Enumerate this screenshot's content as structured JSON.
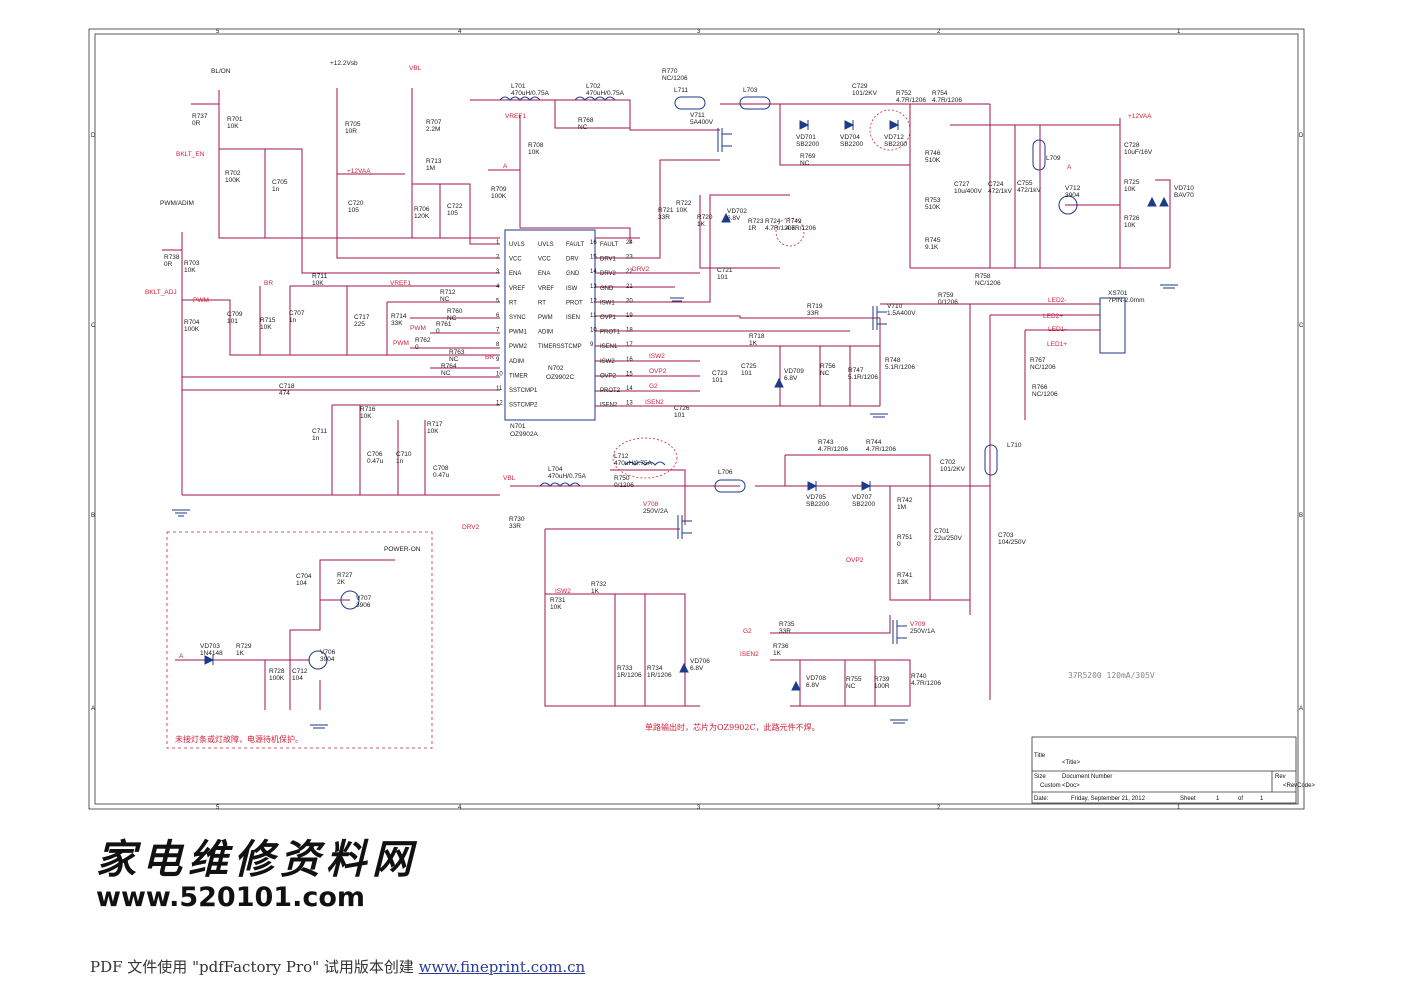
{
  "colors": {
    "wire": "#a0164b",
    "part": "#1e3a8a",
    "netLabel": "#d0203a"
  },
  "border": {
    "cols": [
      "5",
      "4",
      "3",
      "2",
      "1"
    ],
    "rows": [
      "D",
      "C",
      "B",
      "A"
    ]
  },
  "ic": {
    "ref": "N702",
    "part": "OZ9902C",
    "ref2": "N701",
    "part2": "OZ9902A",
    "leftPins": [
      {
        "name": "UVLS",
        "num": "1"
      },
      {
        "name": "VCC",
        "num": "2"
      },
      {
        "name": "ENA",
        "num": "3"
      },
      {
        "name": "VREF",
        "num": "4"
      },
      {
        "name": "RT",
        "num": "5"
      },
      {
        "name": "SYNC",
        "num": "6"
      },
      {
        "name": "PWM1",
        "num": "7"
      },
      {
        "name": "PWM2",
        "num": "8"
      },
      {
        "name": "ADIM",
        "num": "9"
      },
      {
        "name": "TIMER",
        "num": "10"
      },
      {
        "name": "SSTCMP1",
        "num": "11"
      },
      {
        "name": "SSTCMP2",
        "num": "12"
      }
    ],
    "innerLeft": [
      "UVLS",
      "VCC",
      "ENA",
      "VREF",
      "RT",
      "PWM",
      "ADIM",
      "TIMERSSTCMP"
    ],
    "innerRight": [
      "FAULT",
      "DRV",
      "GND",
      "ISW",
      "PROT",
      "ISEN"
    ],
    "innerNums": [
      "16",
      "15",
      "14",
      "13",
      "12",
      "11",
      "10",
      "9"
    ],
    "rightPins": [
      {
        "name": "FAULT",
        "num": "24"
      },
      {
        "name": "DRV1",
        "num": "23"
      },
      {
        "name": "DRV2",
        "num": "22"
      },
      {
        "name": "GND",
        "num": "21"
      },
      {
        "name": "ISW1",
        "num": "20"
      },
      {
        "name": "OVP1",
        "num": "19"
      },
      {
        "name": "PROT1",
        "num": "18"
      },
      {
        "name": "ISEN1",
        "num": "17"
      },
      {
        "name": "ISW2",
        "num": "16"
      },
      {
        "name": "OVP2",
        "num": "15"
      },
      {
        "name": "PROT2",
        "num": "14"
      },
      {
        "name": "ISEN2",
        "num": "13"
      }
    ]
  },
  "nets": {
    "bl_on": "BL/ON",
    "vsb": "+12.2Vsb",
    "vbl": "VBL",
    "pwm_adim": "PWM/ADIM",
    "bklt_en": "BKLT_EN",
    "bklt_adj": "BKLT_ADJ",
    "vcc12": "+12VAA",
    "vcc12b": "+12VAA",
    "vref1": "VREF1",
    "vref1b": "VREF1",
    "pwm": "PWM",
    "pwmb": "PWM",
    "pwmc": "PWM",
    "br": "BR",
    "brb": "BR",
    "drv2": "DRV2",
    "drv2b": "DRV2",
    "isw2": "ISW2",
    "isw2b": "ISW2",
    "ovp2": "OVP2",
    "ovp2b": "OVP2",
    "g2": "G2",
    "g2b": "G2",
    "isen2": "ISEN2",
    "isen2b": "ISEN2",
    "a1": "A",
    "a2": "A",
    "a3": "A",
    "power_on": "POWER-ON",
    "led2m": "LED2-",
    "led2p": "LED2+",
    "led1m": "LED1-",
    "led1p": "LED1+",
    "vbl2": "VBL"
  },
  "parts": [
    {
      "ref": "R737",
      "val": "0R"
    },
    {
      "ref": "R701",
      "val": "10K"
    },
    {
      "ref": "R702",
      "val": "100K"
    },
    {
      "ref": "C705",
      "val": "1n"
    },
    {
      "ref": "R705",
      "val": "10R"
    },
    {
      "ref": "C720",
      "val": "105"
    },
    {
      "ref": "R707",
      "val": "2.2M"
    },
    {
      "ref": "R713",
      "val": "1M"
    },
    {
      "ref": "R706",
      "val": "120K"
    },
    {
      "ref": "C722",
      "val": "105"
    },
    {
      "ref": "L701",
      "val": "470uH/0.75A"
    },
    {
      "ref": "L702",
      "val": "470uH/0.75A"
    },
    {
      "ref": "R708",
      "val": "10K"
    },
    {
      "ref": "R709",
      "val": "100K"
    },
    {
      "ref": "R768",
      "val": "NC"
    },
    {
      "ref": "R770",
      "val": "NC/1206"
    },
    {
      "ref": "L711",
      "val": ""
    },
    {
      "ref": "L703",
      "val": ""
    },
    {
      "ref": "V711",
      "val": "5A400V"
    },
    {
      "ref": "C729",
      "val": "101/2KV"
    },
    {
      "ref": "R752",
      "val": "4.7R/1206"
    },
    {
      "ref": "R754",
      "val": "4.7R/1206"
    },
    {
      "ref": "VD701",
      "val": "SB2200"
    },
    {
      "ref": "VD704",
      "val": "SB2200"
    },
    {
      "ref": "VD712",
      "val": "SB2200"
    },
    {
      "ref": "R769",
      "val": "NC"
    },
    {
      "ref": "R746",
      "val": "510K"
    },
    {
      "ref": "R753",
      "val": "510K"
    },
    {
      "ref": "R745",
      "val": "9.1K"
    },
    {
      "ref": "C727",
      "val": "10u/400V"
    },
    {
      "ref": "C724",
      "val": "472/1kV"
    },
    {
      "ref": "C755",
      "val": "472/1kV"
    },
    {
      "ref": "L709",
      "val": ""
    },
    {
      "ref": "C728",
      "val": "10uF/16V"
    },
    {
      "ref": "R725",
      "val": "10K"
    },
    {
      "ref": "R726",
      "val": "10K"
    },
    {
      "ref": "V712",
      "val": "3904"
    },
    {
      "ref": "VD710",
      "val": "BAV70"
    },
    {
      "ref": "R738",
      "val": "0R"
    },
    {
      "ref": "R703",
      "val": "10K"
    },
    {
      "ref": "R704",
      "val": "100K"
    },
    {
      "ref": "C709",
      "val": "101"
    },
    {
      "ref": "R715",
      "val": "10K"
    },
    {
      "ref": "C707",
      "val": "1n"
    },
    {
      "ref": "R711",
      "val": "10K"
    },
    {
      "ref": "C717",
      "val": "225"
    },
    {
      "ref": "R714",
      "val": "33K"
    },
    {
      "ref": "R712",
      "val": "NC"
    },
    {
      "ref": "R760",
      "val": "NC"
    },
    {
      "ref": "R761",
      "val": "0"
    },
    {
      "ref": "R762",
      "val": "0"
    },
    {
      "ref": "R763",
      "val": "NC"
    },
    {
      "ref": "R764",
      "val": "NC"
    },
    {
      "ref": "C718",
      "val": "474"
    },
    {
      "ref": "R721",
      "val": "33R"
    },
    {
      "ref": "R722",
      "val": "10K"
    },
    {
      "ref": "R720",
      "val": "1K"
    },
    {
      "ref": "VD702",
      "val": "6.8V"
    },
    {
      "ref": "R723",
      "val": "1R"
    },
    {
      "ref": "R724",
      "val": "4.7R/1206"
    },
    {
      "ref": "R749",
      "val": "4.7R/1206"
    },
    {
      "ref": "C721",
      "val": "101"
    },
    {
      "ref": "R758",
      "val": "NC/1206"
    },
    {
      "ref": "R759",
      "val": "0/1206"
    },
    {
      "ref": "R719",
      "val": "33R"
    },
    {
      "ref": "V710",
      "val": "1.5A400V"
    },
    {
      "ref": "R718",
      "val": "1K"
    },
    {
      "ref": "C723",
      "val": "101"
    },
    {
      "ref": "C725",
      "val": "101"
    },
    {
      "ref": "VD709",
      "val": "6.8V"
    },
    {
      "ref": "R756",
      "val": "NC"
    },
    {
      "ref": "R747",
      "val": "5.1R/1206"
    },
    {
      "ref": "R748",
      "val": "5.1R/1206"
    },
    {
      "ref": "XS701",
      "val": "7PIN-2.0mm"
    },
    {
      "ref": "R767",
      "val": "NC/1206"
    },
    {
      "ref": "R766",
      "val": "NC/1206"
    },
    {
      "ref": "C726",
      "val": "101"
    },
    {
      "ref": "R716",
      "val": "10K"
    },
    {
      "ref": "C711",
      "val": "1n"
    },
    {
      "ref": "C706",
      "val": "0.47u"
    },
    {
      "ref": "C710",
      "val": "1n"
    },
    {
      "ref": "R717",
      "val": "10K"
    },
    {
      "ref": "C708",
      "val": "0.47u"
    },
    {
      "ref": "L704",
      "val": "470uH/0.75A"
    },
    {
      "ref": "L712",
      "val": "470uH/0.75A"
    },
    {
      "ref": "R750",
      "val": "0/1206"
    },
    {
      "ref": "L706",
      "val": ""
    },
    {
      "ref": "R743",
      "val": "4.7R/1206"
    },
    {
      "ref": "R744",
      "val": "4.7R/1206"
    },
    {
      "ref": "C702",
      "val": "101/2KV"
    },
    {
      "ref": "L710",
      "val": ""
    },
    {
      "ref": "VD705",
      "val": "SB2200"
    },
    {
      "ref": "VD707",
      "val": "SB2200"
    },
    {
      "ref": "R742",
      "val": "1M"
    },
    {
      "ref": "R751",
      "val": "0"
    },
    {
      "ref": "C701",
      "val": "22u/250V"
    },
    {
      "ref": "R741",
      "val": "13K"
    },
    {
      "ref": "C703",
      "val": "104/250V"
    },
    {
      "ref": "V708",
      "val": "250V/2A"
    },
    {
      "ref": "R730",
      "val": "33R"
    },
    {
      "ref": "R731",
      "val": "10K"
    },
    {
      "ref": "R732",
      "val": "1K"
    },
    {
      "ref": "R733",
      "val": "1R/1206"
    },
    {
      "ref": "R734",
      "val": "1R/1206"
    },
    {
      "ref": "VD706",
      "val": "6.8V"
    },
    {
      "ref": "R735",
      "val": "33R"
    },
    {
      "ref": "V709",
      "val": "250V/1A"
    },
    {
      "ref": "R736",
      "val": "1K"
    },
    {
      "ref": "VD708",
      "val": "6.8V"
    },
    {
      "ref": "R755",
      "val": "NC"
    },
    {
      "ref": "R739",
      "val": "100R"
    },
    {
      "ref": "R740",
      "val": "4.7R/1206"
    },
    {
      "ref": "C704",
      "val": "104"
    },
    {
      "ref": "R727",
      "val": "2K"
    },
    {
      "ref": "V707",
      "val": "3906"
    },
    {
      "ref": "VD703",
      "val": "1N4148"
    },
    {
      "ref": "R729",
      "val": "1K"
    },
    {
      "ref": "R728",
      "val": "100K"
    },
    {
      "ref": "C712",
      "val": "104"
    },
    {
      "ref": "V706",
      "val": "3904"
    }
  ],
  "notes": {
    "rating": "37R5200 120mA/305V",
    "single_output": "单路输出时，芯片为OZ9902C，此路元件不焊。",
    "protection": "未接灯条或灯故障，电源待机保护。"
  },
  "titleBlock": {
    "title_lbl": "Title",
    "title_val": "<Title>",
    "size_lbl": "Size",
    "size_val": "Custom",
    "docnum_lbl": "Document Number",
    "docnum_val": "<Doc>",
    "rev_lbl": "Rev",
    "rev_val": "<RevCode>",
    "date_lbl": "Date:",
    "date_val": "Friday, September 21, 2012",
    "sheet_lbl": "Sheet",
    "sheet_num": "1",
    "of_lbl": "of",
    "sheet_total": "1"
  },
  "logo": {
    "title": "家电维修资料网",
    "url": "www.520101.com"
  },
  "footer": {
    "text": "PDF 文件使用 \"pdfFactory Pro\" 试用版本创建 ",
    "link": "www.fineprint.com.cn"
  }
}
